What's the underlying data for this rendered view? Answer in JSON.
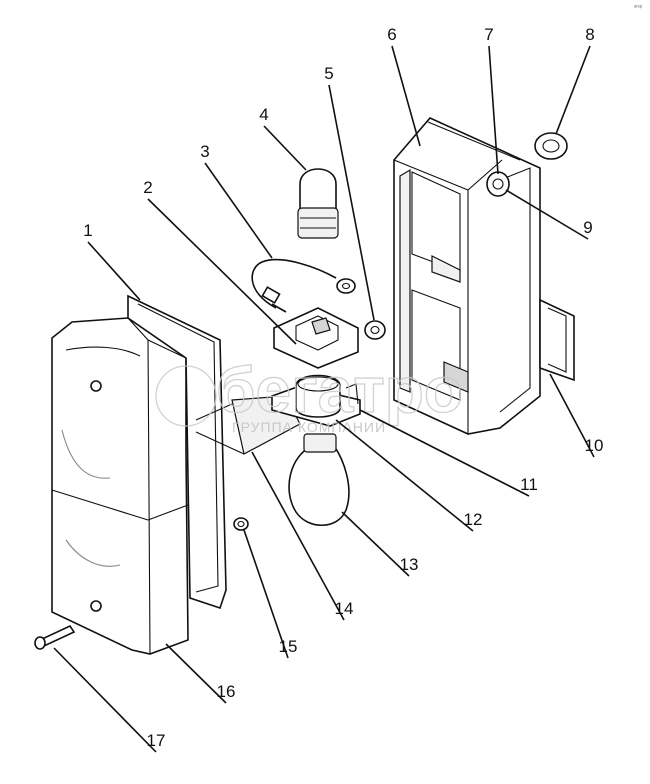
{
  "callouts": [
    {
      "id": "1",
      "text": "1"
    },
    {
      "id": "2",
      "text": "2"
    },
    {
      "id": "3",
      "text": "3"
    },
    {
      "id": "4",
      "text": "4"
    },
    {
      "id": "5",
      "text": "5"
    },
    {
      "id": "6",
      "text": "6"
    },
    {
      "id": "7",
      "text": "7"
    },
    {
      "id": "8",
      "text": "8"
    },
    {
      "id": "9",
      "text": "9"
    },
    {
      "id": "10",
      "text": "10"
    },
    {
      "id": "11",
      "text": "11"
    },
    {
      "id": "12",
      "text": "12"
    },
    {
      "id": "13",
      "text": "13"
    },
    {
      "id": "14",
      "text": "14"
    },
    {
      "id": "15",
      "text": "15"
    },
    {
      "id": "16",
      "text": "16"
    },
    {
      "id": "17",
      "text": "17"
    }
  ],
  "watermark": {
    "logo_text": "бегатро",
    "subtitle": "ГРУППА КОМПАНИЙ"
  },
  "corner_mark": "ᵃʳᵉᵖ"
}
